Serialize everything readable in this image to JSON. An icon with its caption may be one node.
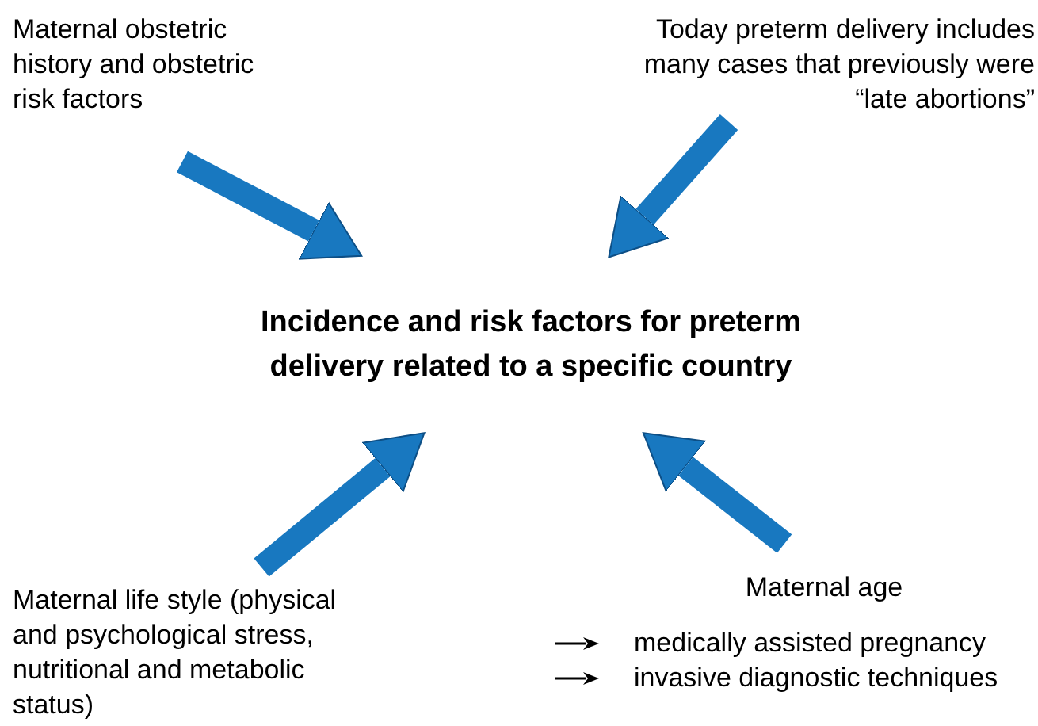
{
  "diagram": {
    "nodes": [
      {
        "text": [
          "Incidence and risk factors for preterm delivery related to a specific country"
        ]
      },
      {
        "text": [
          "Maternal obstetric history and obstetric risk factors"
        ]
      },
      {
        "text": [
          "Today preterm delivery includes many cases that previously were “late abortions”"
        ]
      },
      {
        "text": [
          "Maternal life style (physical and psychological stress, nutritional and metabolic status)"
        ]
      },
      {
        "text": [
          "Maternal age"
        ]
      }
    ],
    "edges": [
      {
        "from": 1,
        "to": 0,
        "arrow": "to"
      },
      {
        "from": 2,
        "to": 0,
        "arrow": "to"
      },
      {
        "from": 3,
        "to": 0,
        "arrow": "to"
      },
      {
        "from": 4,
        "to": 0,
        "arrow": "to"
      }
    ],
    "labels": [
      "medically assisted pregnancy",
      "invasive diagnostic techniques"
    ]
  }
}
